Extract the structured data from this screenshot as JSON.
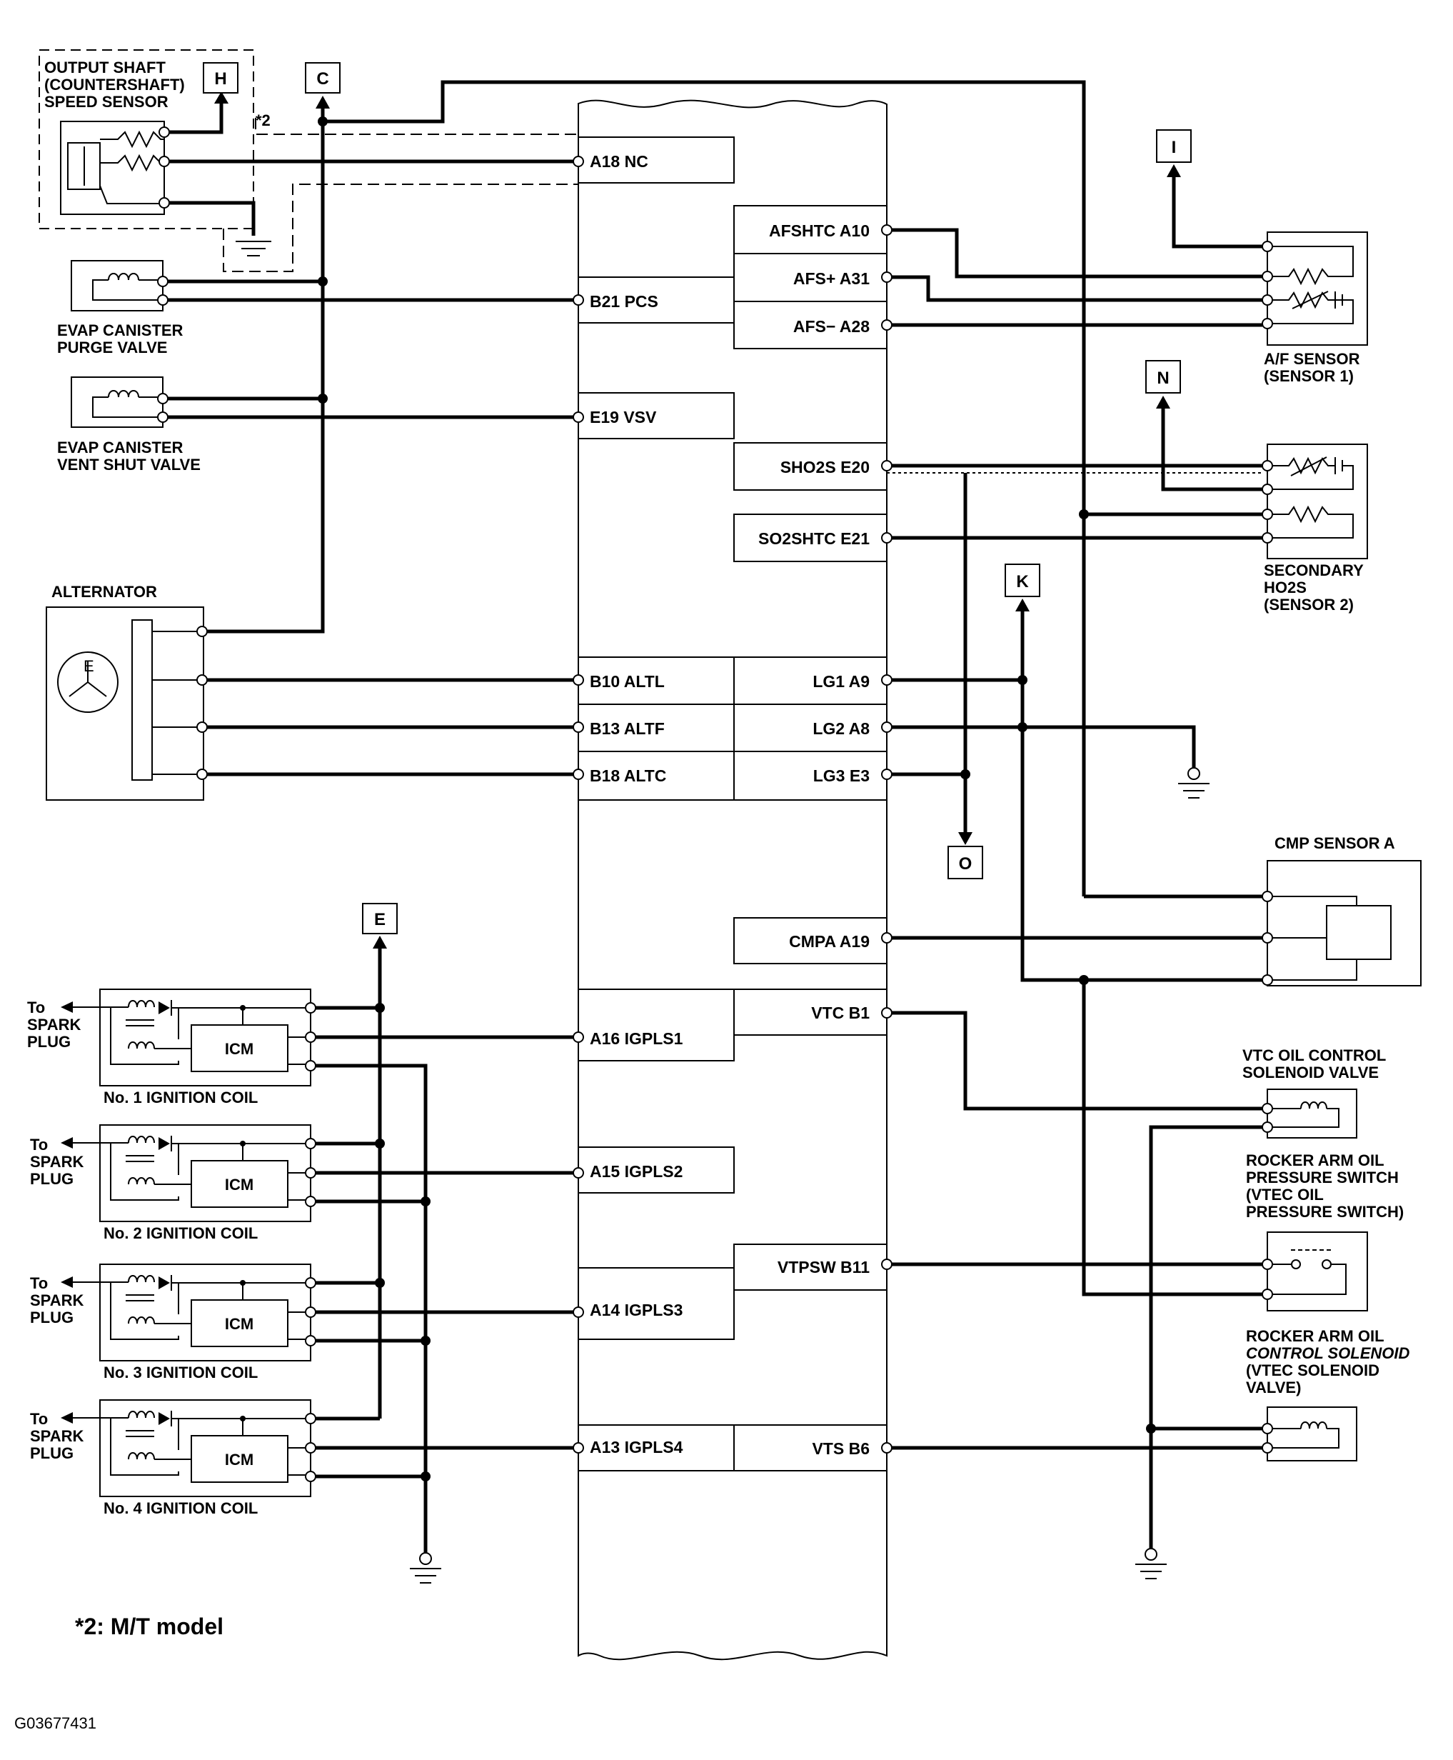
{
  "connector_tags": [
    "H",
    "C",
    "I",
    "N",
    "K",
    "O",
    "E"
  ],
  "ecm_pins_left": [
    "A18 NC",
    "B21 PCS",
    "E19 VSV",
    "B10 ALTL",
    "B13 ALTF",
    "B18 ALTC",
    "A16 IGPLS1",
    "A15 IGPLS2",
    "A14 IGPLS3",
    "A13 IGPLS4"
  ],
  "ecm_pins_right": [
    "AFSHTC A10",
    "AFS+ A31",
    "AFS− A28",
    "SHO2S E20",
    "SO2SHTC E21",
    "LG1 A9",
    "LG2 A8",
    "LG3 E3",
    "CMPA A19",
    "VTC B1",
    "VTPSW B11",
    "VTS B6"
  ],
  "components": {
    "output_shaft_sensor": [
      "OUTPUT SHAFT",
      "(COUNTERSHAFT)",
      "SPEED SENSOR"
    ],
    "star2_marker": "*2",
    "evap_purge": [
      "EVAP CANISTER",
      "PURGE VALVE"
    ],
    "evap_vent": [
      "EVAP CANISTER",
      "VENT SHUT VALVE"
    ],
    "alternator": "ALTERNATOR",
    "af_sensor": [
      "A/F SENSOR",
      "(SENSOR 1)"
    ],
    "secondary_ho2s": [
      "SECONDARY",
      "HO2S",
      "(SENSOR 2)"
    ],
    "cmp_sensor": "CMP SENSOR A",
    "vtc_solenoid": [
      "VTC OIL CONTROL",
      "SOLENOID VALVE"
    ],
    "rocker_switch": [
      "ROCKER ARM OIL",
      "PRESSURE SWITCH",
      "(VTEC OIL",
      "PRESSURE SWITCH)"
    ],
    "rocker_solenoid": [
      "ROCKER ARM OIL",
      "CONTROL SOLENOID",
      "(VTEC SOLENOID",
      "VALVE)"
    ],
    "icm": "ICM",
    "spark_plug": [
      "To",
      "SPARK",
      "PLUG"
    ],
    "ignition_coils": [
      "No. 1 IGNITION COIL",
      "No. 2 IGNITION COIL",
      "No. 3 IGNITION COIL",
      "No. 4 IGNITION COIL"
    ]
  },
  "footnote": "*2: M/T model",
  "figure_code": "G03677431"
}
